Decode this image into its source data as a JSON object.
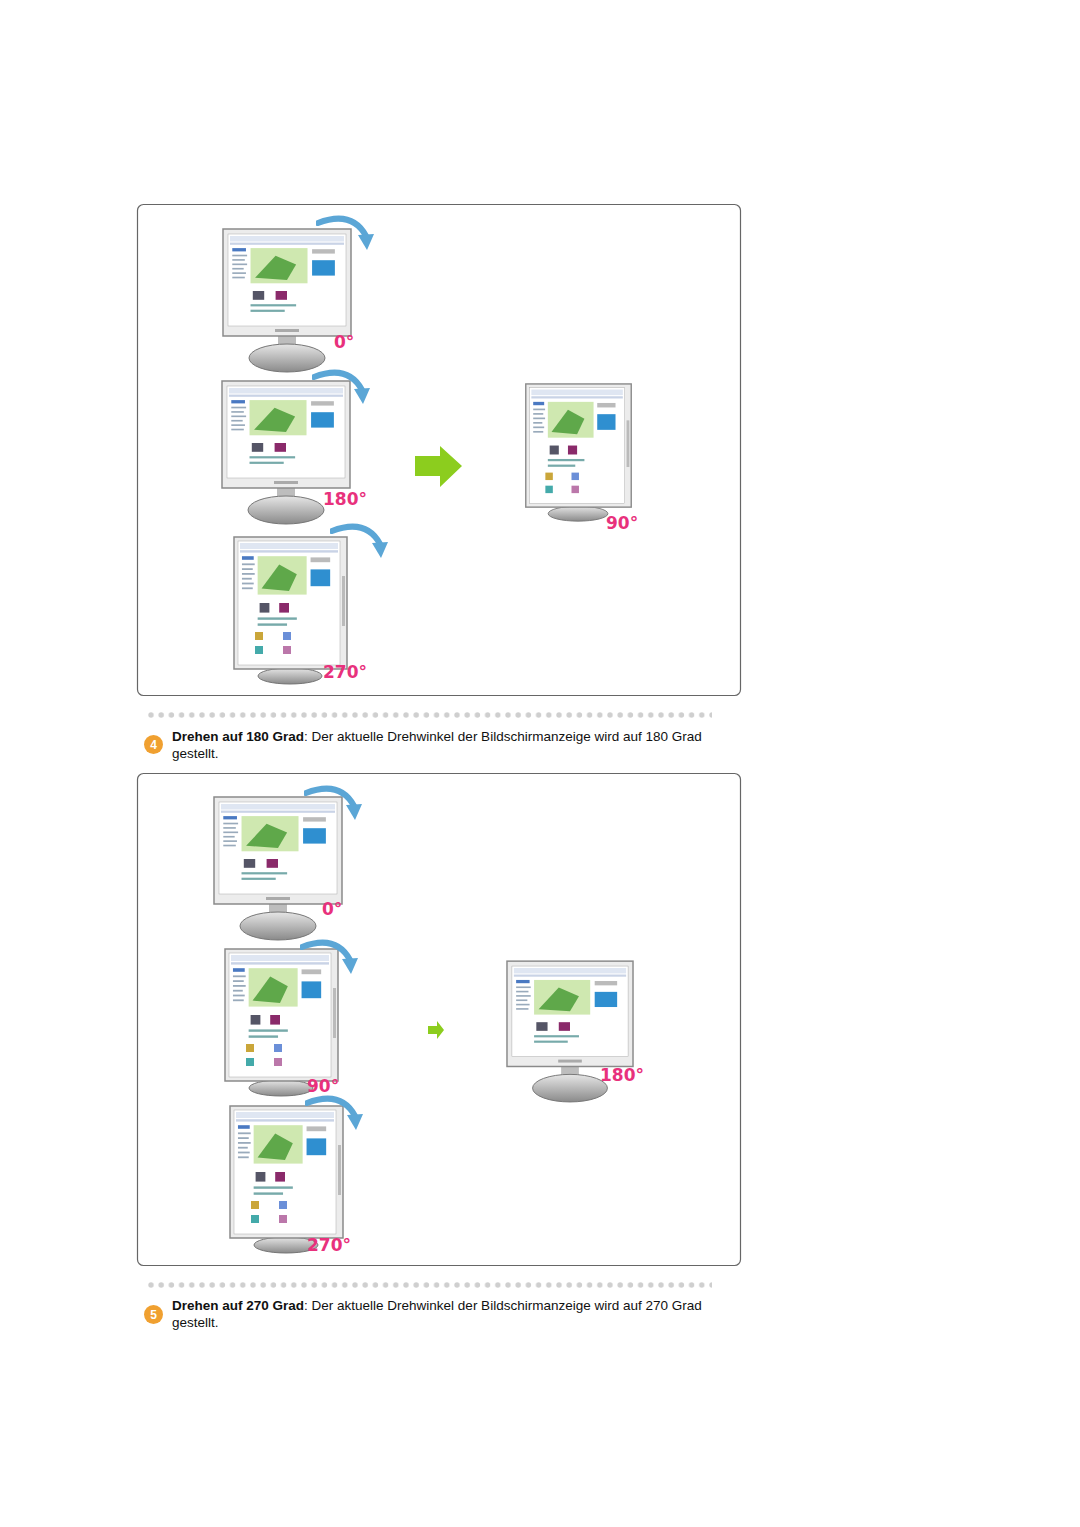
{
  "diagram": {
    "labels": [
      "0°",
      "180°",
      "270°",
      "90°",
      "0°",
      "90°",
      "270°",
      "180°",
      "4",
      "Drehen auf 180 Grad",
      ": Der aktuelle Drehwinkel der Bildschirmanzeige wird auf 180 Grad gestellt.",
      "5",
      "Drehen auf 270 Grad",
      ": Der aktuelle Drehwinkel der Bildschirmanzeige wird auf 270 Grad gestellt."
    ]
  }
}
